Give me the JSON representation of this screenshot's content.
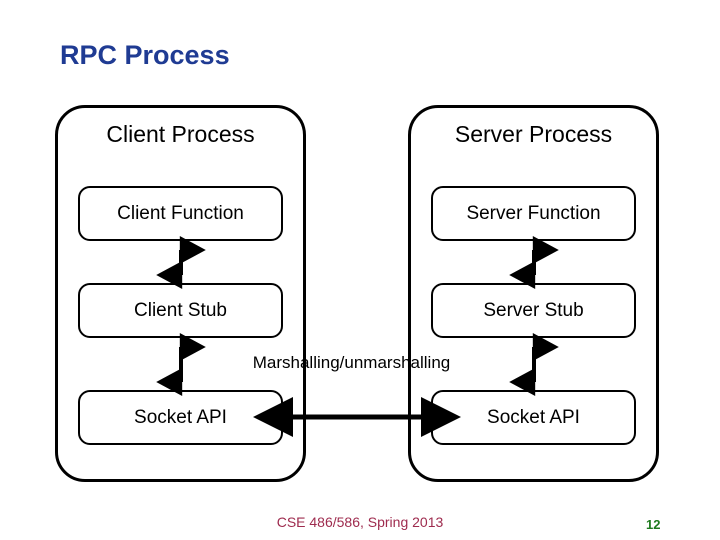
{
  "slide": {
    "title": "RPC Process",
    "title_color": "#1F3B93",
    "background_color": "#FFFFFF"
  },
  "diagram": {
    "stroke_color": "#000000",
    "columns": [
      {
        "id": "client",
        "title": "Client Process",
        "boxes": [
          {
            "id": "client-function",
            "label": "Client Function"
          },
          {
            "id": "client-stub",
            "label": "Client Stub"
          },
          {
            "id": "client-socket",
            "label": "Socket API"
          }
        ]
      },
      {
        "id": "server",
        "title": "Server Process",
        "boxes": [
          {
            "id": "server-function",
            "label": "Server Function"
          },
          {
            "id": "server-stub",
            "label": "Server Stub"
          },
          {
            "id": "server-socket",
            "label": "Socket API"
          }
        ]
      }
    ],
    "connector_label": "Marshalling/unmarshalling",
    "arrows": [
      {
        "id": "client-function-stub",
        "type": "vertical-double"
      },
      {
        "id": "client-stub-socket",
        "type": "vertical-double"
      },
      {
        "id": "server-function-stub",
        "type": "vertical-double"
      },
      {
        "id": "server-stub-socket",
        "type": "vertical-double"
      },
      {
        "id": "socket-to-socket",
        "type": "horizontal-double"
      }
    ]
  },
  "footer": {
    "course": "CSE 486/586, Spring 2013",
    "course_color": "#9E2B4E",
    "page_number": "12",
    "page_number_color": "#1E7A1E"
  }
}
